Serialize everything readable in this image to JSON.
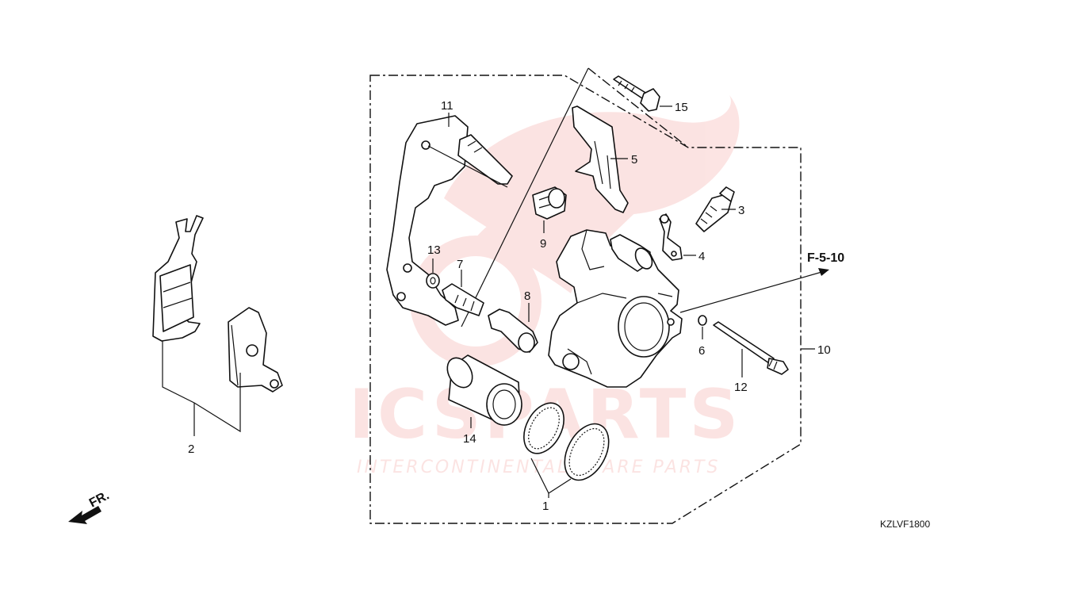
{
  "diagram": {
    "part_labels": {
      "p1": "1",
      "p2": "2",
      "p3": "3",
      "p4": "4",
      "p5": "5",
      "p6": "6",
      "p7": "7",
      "p8": "8",
      "p9": "9",
      "p10": "10",
      "p11": "11",
      "p12": "12",
      "p13": "13",
      "p14": "14",
      "p15": "15"
    },
    "reference": "F-5-10",
    "direction": "FR.",
    "diagram_code": "KZLVF1800"
  },
  "watermark": {
    "brand": "ICSPARTS",
    "tagline": "INTERCONTINENTAL SPARE PARTS",
    "color": "#e8322a"
  }
}
